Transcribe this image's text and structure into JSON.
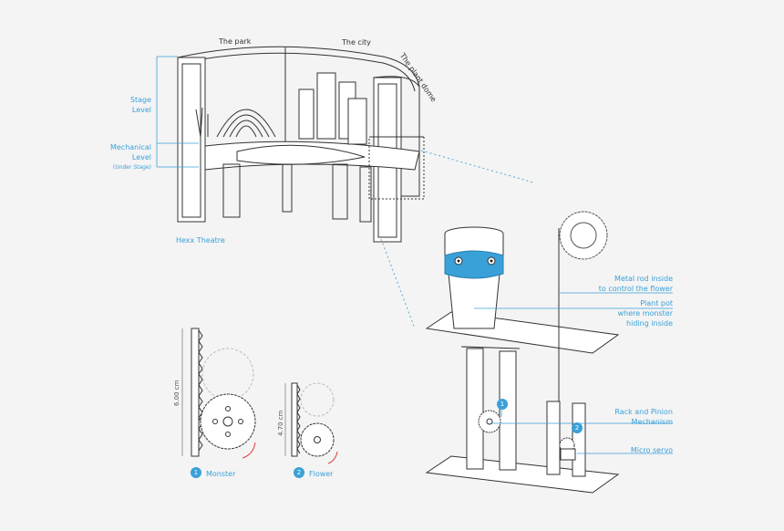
{
  "theatre": {
    "top_labels": [
      "The park",
      "The city",
      "The plant dome"
    ],
    "stage_level": [
      "Stage",
      "Level"
    ],
    "mechanical_level": [
      "Mechanical",
      "Level"
    ],
    "under_stage": "(Under Stage)",
    "title": "Hexx Theatre"
  },
  "callouts": {
    "metal_rod": [
      "Metal rod inside",
      "to control the flower"
    ],
    "plant_pot": [
      "Plant pot",
      "where monster",
      "hiding inside"
    ],
    "rack_pinion": [
      "Rack and Pinion",
      "Mechanism"
    ],
    "micro_servo": "Micro servo"
  },
  "gears": {
    "monster": {
      "num": "1",
      "label": "Monster",
      "dimension": "6.00 cm"
    },
    "flower": {
      "num": "2",
      "label": "Flower",
      "dimension": "4.70 cm"
    }
  },
  "colors": {
    "accent": "#3aa0d8",
    "line": "#333333"
  }
}
